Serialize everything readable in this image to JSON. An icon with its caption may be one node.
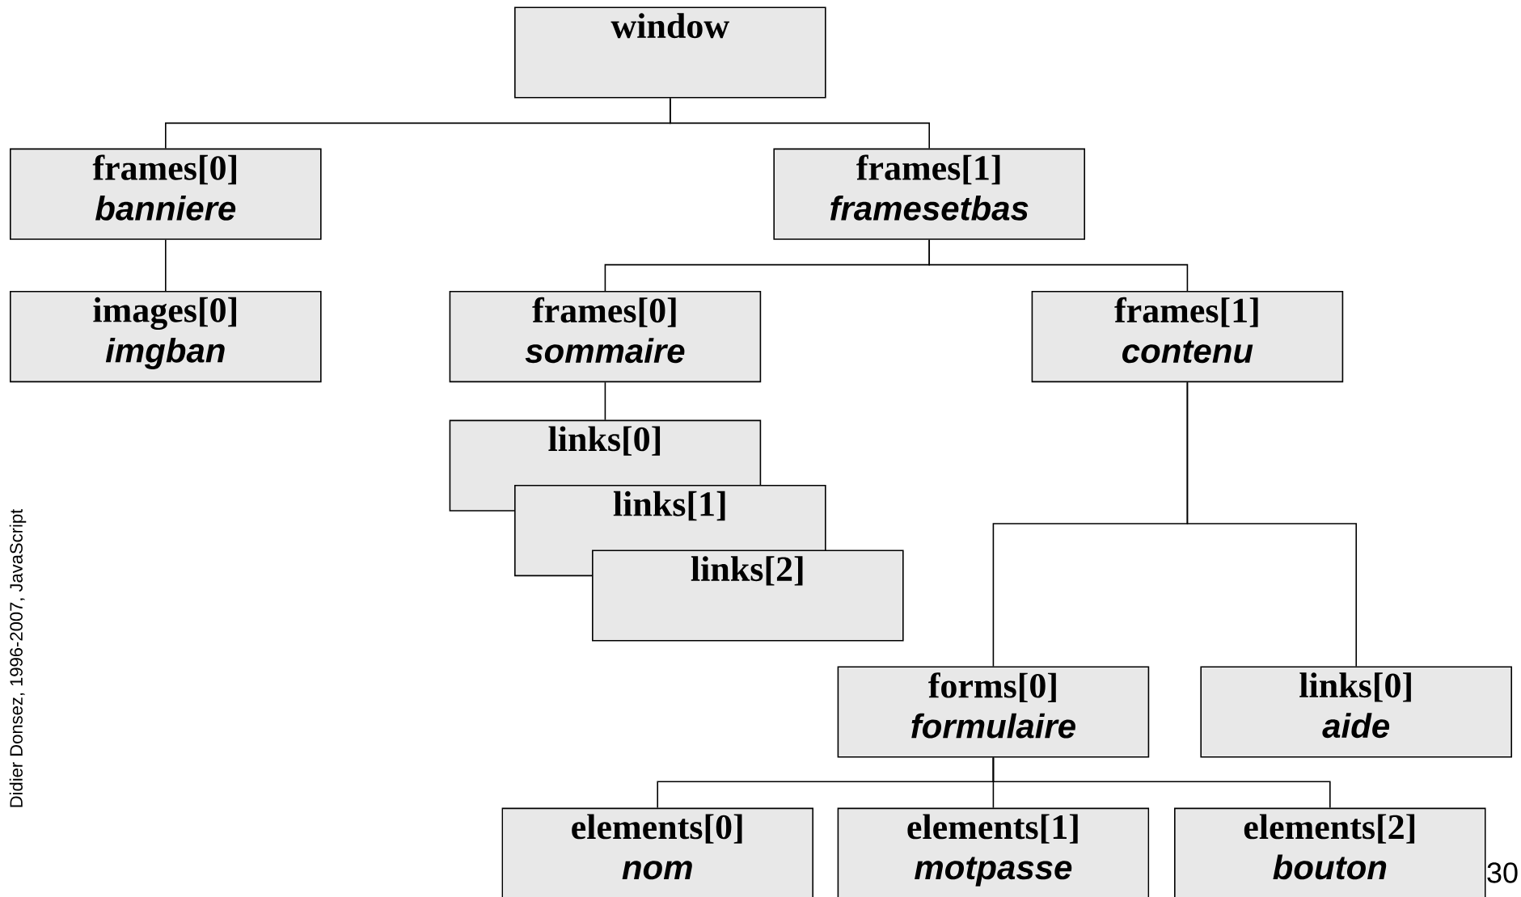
{
  "diagram": {
    "nodes": [
      {
        "text": [
          "window"
        ]
      },
      {
        "text": [
          "frames[0]",
          "banniere"
        ]
      },
      {
        "text": [
          "frames[1]",
          "framesetbas"
        ]
      },
      {
        "text": [
          "images[0]",
          "imgban"
        ]
      },
      {
        "text": [
          "frames[0]",
          "sommaire"
        ]
      },
      {
        "text": [
          "frames[1]",
          "contenu"
        ]
      },
      {
        "text": [
          "links[0]"
        ]
      },
      {
        "text": [
          "links[1]"
        ]
      },
      {
        "text": [
          "links[2]"
        ]
      },
      {
        "text": [
          "forms[0]",
          "formulaire"
        ]
      },
      {
        "text": [
          "links[0]",
          "aide"
        ]
      },
      {
        "text": [
          "elements[0]",
          "nom"
        ]
      },
      {
        "text": [
          "elements[1]",
          "motpasse"
        ]
      },
      {
        "text": [
          "elements[2]",
          "bouton"
        ]
      }
    ],
    "edges": [
      {
        "from": 0,
        "to": 1,
        "arrow": "none"
      },
      {
        "from": 0,
        "to": 2,
        "arrow": "none"
      },
      {
        "from": 1,
        "to": 3,
        "arrow": "none"
      },
      {
        "from": 2,
        "to": 4,
        "arrow": "none"
      },
      {
        "from": 2,
        "to": 5,
        "arrow": "none"
      },
      {
        "from": 4,
        "to": 6,
        "arrow": "none"
      },
      {
        "from": 5,
        "to": 9,
        "arrow": "none"
      },
      {
        "from": 5,
        "to": 10,
        "arrow": "none"
      },
      {
        "from": 9,
        "to": 11,
        "arrow": "none"
      },
      {
        "from": 9,
        "to": 12,
        "arrow": "none"
      },
      {
        "from": 9,
        "to": 13,
        "arrow": "none"
      }
    ],
    "labels": [
      "Didier Donsez, 1996-2007, JavaScript",
      "30"
    ]
  }
}
